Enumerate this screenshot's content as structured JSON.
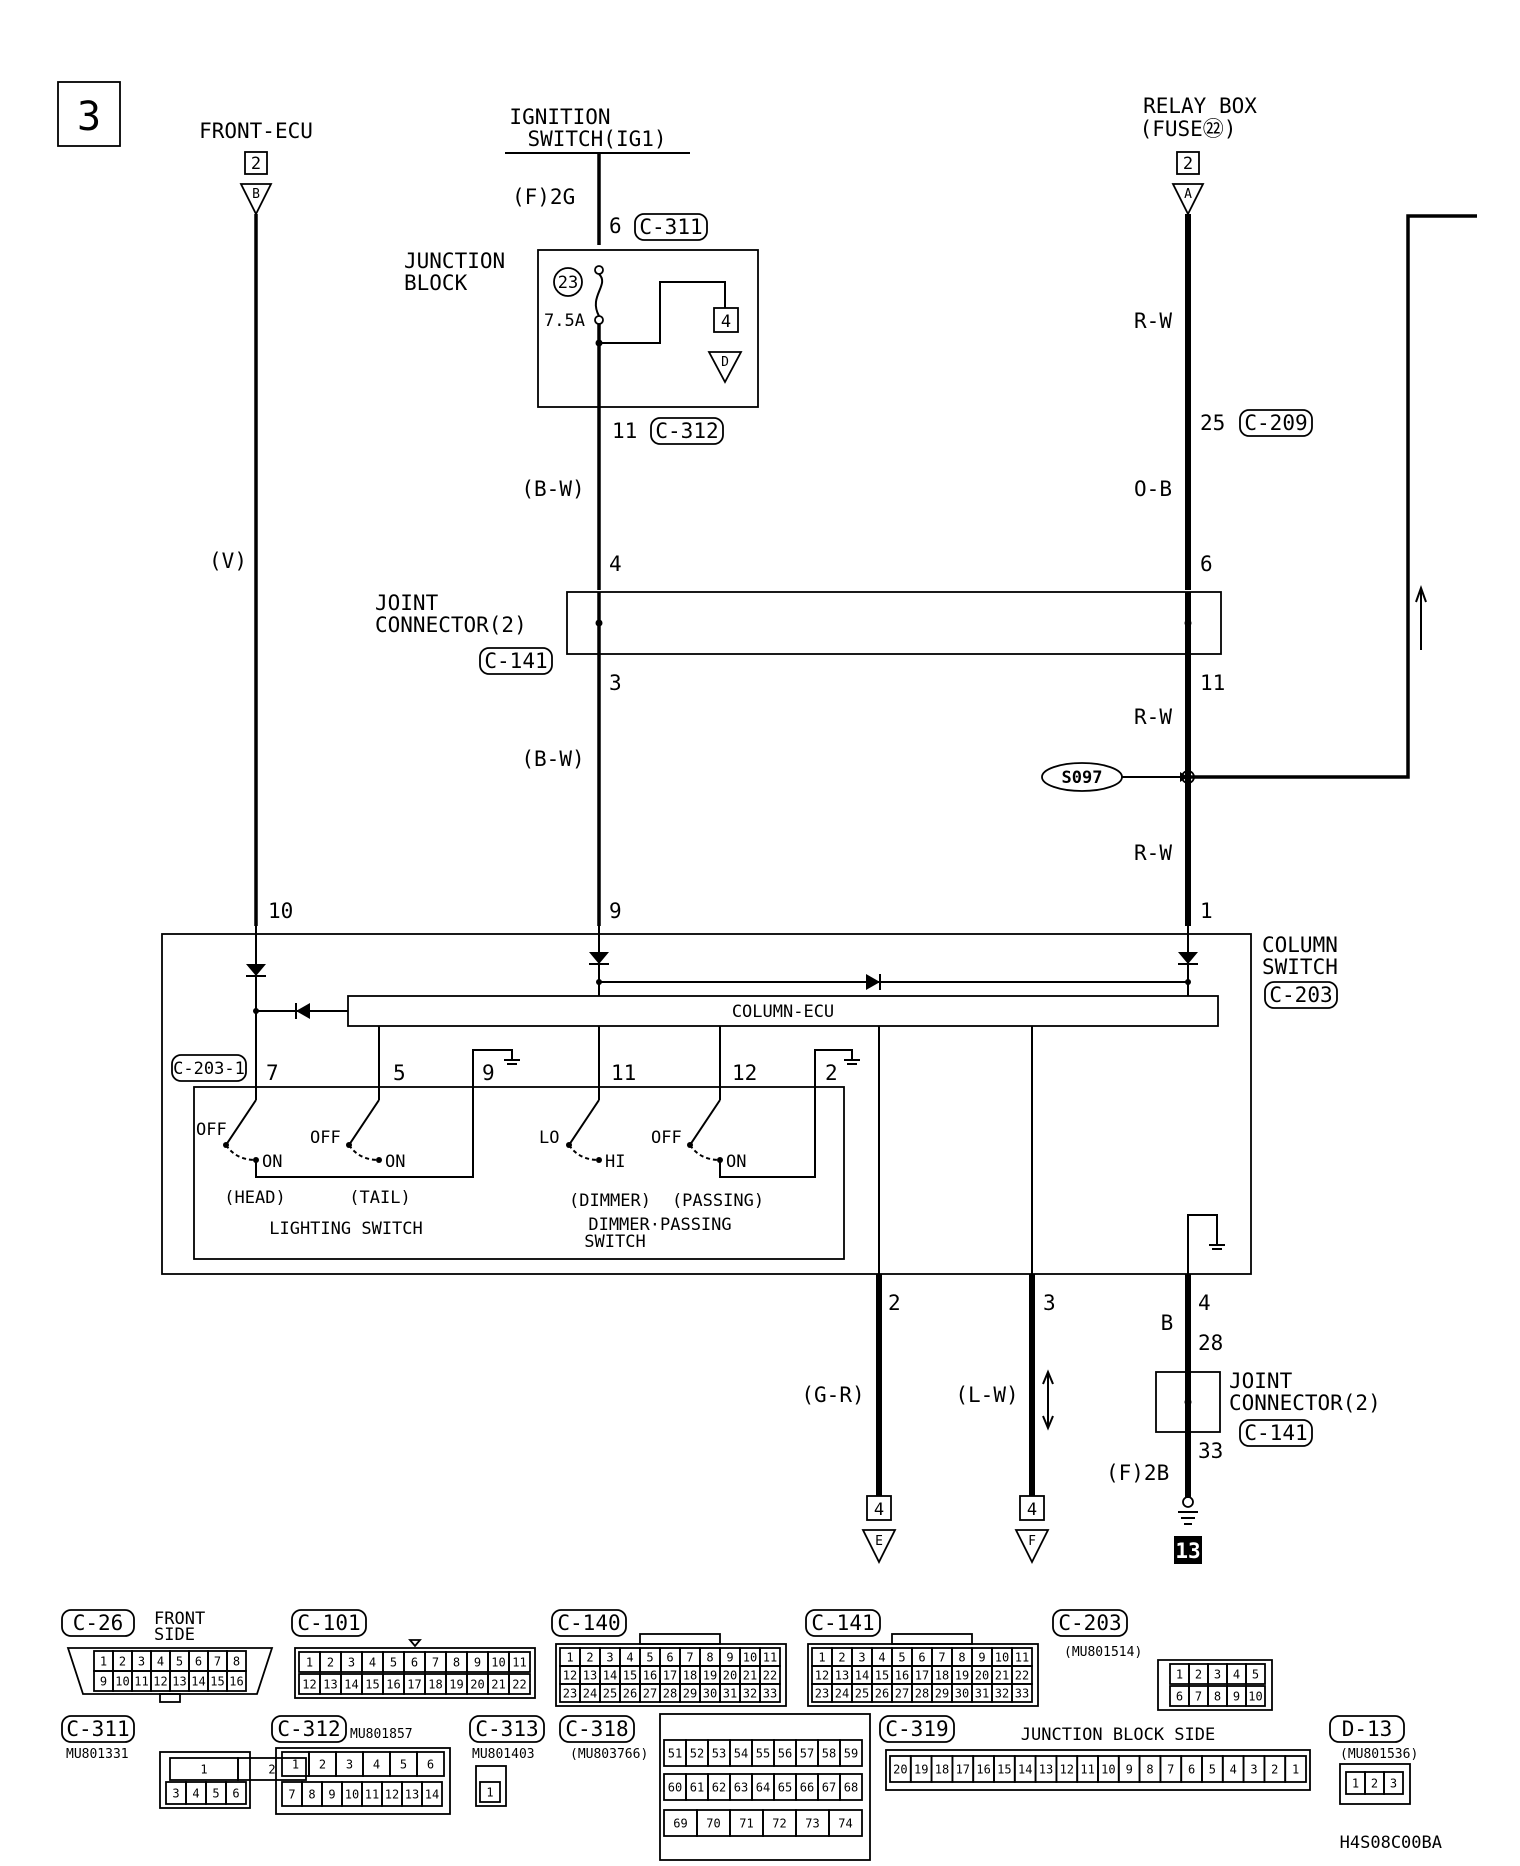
{
  "page_number": "3",
  "diagram_code": "H4S08C00BA",
  "top_labels": {
    "front_ecu": "FRONT-ECU",
    "ignition_line1": "IGNITION",
    "ignition_line2": "SWITCH(IG1)",
    "relay_line1": "RELAY BOX",
    "relay_line2": "(FUSE㉒)",
    "sheet_2a": "2",
    "sheet_2b": "2",
    "letter_b": "B",
    "letter_a": "A"
  },
  "ignition_wire": {
    "connector_code": "(F)2G",
    "pin_6": "6",
    "c311": "C-311"
  },
  "junction_block": {
    "line1": "JUNCTION",
    "line2": "BLOCK",
    "fuse_number": "23",
    "fuse_rating": "7.5A",
    "sheet": "4",
    "letter": "D",
    "pin_11": "11",
    "c312": "C-312"
  },
  "wire_colors": {
    "v": "(V)",
    "bw1": "(B-W)",
    "bw2": "(B-W)",
    "rw1": "R-W",
    "ob": "O-B",
    "rw2": "R-W",
    "rw3": "R-W",
    "gr": "(G-R)",
    "lw": "(L-W)",
    "b": "B"
  },
  "relay_wire": {
    "pin_25": "25",
    "c209": "C-209"
  },
  "joint_connector_top": {
    "line1": "JOINT",
    "line2": "CONNECTOR(2)",
    "code": "C-141",
    "pin_4": "4",
    "pin_3": "3",
    "pin_6": "6",
    "pin_11": "11"
  },
  "splice": "S097",
  "column_switch": {
    "line1": "COLUMN",
    "line2": "SWITCH",
    "code": "C-203",
    "sub_code": "C-203-1",
    "ecu_label": "COLUMN-ECU",
    "top_pins": [
      "10",
      "9",
      "1"
    ],
    "switch_pins": [
      "7",
      "5",
      "9",
      "11",
      "12",
      "2"
    ],
    "bottom_pins": [
      "2",
      "3",
      "4"
    ],
    "off1": "OFF",
    "on1": "ON",
    "head": "(HEAD)",
    "off2": "OFF",
    "on2": "ON",
    "tail": "(TAIL)",
    "lighting": "LIGHTING SWITCH",
    "lo": "LO",
    "hi": "HI",
    "dimmer": "(DIMMER)",
    "off3": "OFF",
    "on3": "ON",
    "passing": "(PASSING)",
    "dp_line1": "DIMMER·PASSING",
    "dp_line2": "SWITCH"
  },
  "ground_branch": {
    "pin_28": "28",
    "line1": "JOINT",
    "line2": "CONNECTOR(2)",
    "code": "C-141",
    "pin_33": "33",
    "connector_code": "(F)2B",
    "ground_number": "13"
  },
  "bottom_refs": {
    "sheet_e": "4",
    "letter_e": "E",
    "sheet_f": "4",
    "letter_f": "F"
  },
  "connector_views": {
    "c26": {
      "code": "C-26",
      "note1": "FRONT",
      "note2": "SIDE",
      "row1": [
        "1",
        "2",
        "3",
        "4",
        "5",
        "6",
        "7",
        "8"
      ],
      "row2": [
        "9",
        "10",
        "11",
        "12",
        "13",
        "14",
        "15",
        "16"
      ]
    },
    "c101": {
      "code": "C-101",
      "row1": [
        "1",
        "2",
        "3",
        "4",
        "5",
        "6",
        "7",
        "8",
        "9",
        "10",
        "11"
      ],
      "row2": [
        "12",
        "13",
        "14",
        "15",
        "16",
        "17",
        "18",
        "19",
        "20",
        "21",
        "22"
      ]
    },
    "c140": {
      "code": "C-140",
      "row1": [
        "1",
        "2",
        "3",
        "4",
        "5",
        "6",
        "7",
        "8",
        "9",
        "10",
        "11"
      ],
      "row2": [
        "12",
        "13",
        "14",
        "15",
        "16",
        "17",
        "18",
        "19",
        "20",
        "21",
        "22"
      ],
      "row3": [
        "23",
        "24",
        "25",
        "26",
        "27",
        "28",
        "29",
        "30",
        "31",
        "32",
        "33"
      ]
    },
    "c141": {
      "code": "C-141",
      "row1": [
        "1",
        "2",
        "3",
        "4",
        "5",
        "6",
        "7",
        "8",
        "9",
        "10",
        "11"
      ],
      "row2": [
        "12",
        "13",
        "14",
        "15",
        "16",
        "17",
        "18",
        "19",
        "20",
        "21",
        "22"
      ],
      "row3": [
        "23",
        "24",
        "25",
        "26",
        "27",
        "28",
        "29",
        "30",
        "31",
        "32",
        "33"
      ]
    },
    "c203": {
      "code": "C-203",
      "part": "(MU801514)",
      "row1": [
        "1",
        "2",
        "3",
        "4",
        "5"
      ],
      "row2": [
        "6",
        "7",
        "8",
        "9",
        "10"
      ]
    },
    "c311": {
      "code": "C-311",
      "part": "MU801331",
      "row1": [
        "1",
        "2"
      ],
      "row2": [
        "3",
        "4",
        "5",
        "6"
      ]
    },
    "c312": {
      "code": "C-312",
      "part": "MU801857",
      "row1": [
        "1",
        "2",
        "3",
        "4",
        "5",
        "6"
      ],
      "row2": [
        "7",
        "8",
        "9",
        "10",
        "11",
        "12",
        "13",
        "14"
      ]
    },
    "c313": {
      "code": "C-313",
      "part": "MU801403",
      "pin": "1"
    },
    "c318": {
      "code": "C-318",
      "part": "(MU803766)",
      "row1": [
        "51",
        "52",
        "53",
        "54",
        "55",
        "56",
        "57",
        "58",
        "59"
      ],
      "row2": [
        "60",
        "61",
        "62",
        "63",
        "64",
        "65",
        "66",
        "67",
        "68"
      ],
      "row3": [
        "69",
        "70",
        "71",
        "72",
        "73",
        "74"
      ]
    },
    "c319": {
      "code": "C-319",
      "title": "JUNCTION BLOCK SIDE",
      "row1": [
        "20",
        "19",
        "18",
        "17",
        "16",
        "15",
        "14",
        "13",
        "12",
        "11",
        "10",
        "9",
        "8",
        "7",
        "6",
        "5",
        "4",
        "3",
        "2",
        "1"
      ]
    },
    "d13": {
      "code": "D-13",
      "part": "(MU801536)",
      "row1": [
        "1",
        "2",
        "3"
      ]
    }
  }
}
